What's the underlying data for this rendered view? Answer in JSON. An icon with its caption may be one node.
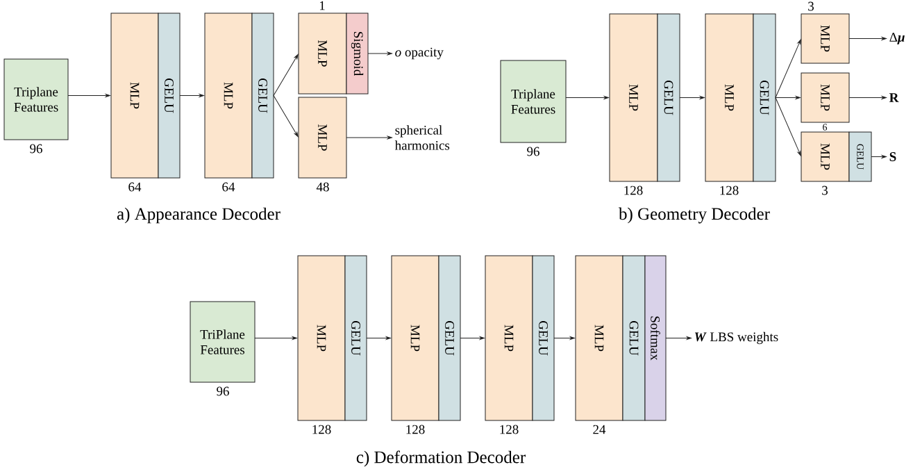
{
  "diagram": {
    "nodes": [
      {
        "text": [
          "Triplane Features"
        ],
        "beside": [
          "96"
        ]
      },
      {
        "text": [
          "MLP"
        ],
        "beside": [
          "64"
        ]
      },
      {
        "text": [
          "GELU"
        ]
      },
      {
        "text": [
          "MLP"
        ],
        "beside": [
          "64"
        ]
      },
      {
        "text": [
          "GELU"
        ]
      },
      {
        "text": [
          "MLP"
        ],
        "beside": [
          "1"
        ]
      },
      {
        "text": [
          "Sigmoid"
        ]
      },
      {
        "text": [
          "MLP"
        ],
        "beside": [
          "48"
        ]
      },
      {
        "text": [
          "*o* opacity"
        ]
      },
      {
        "text": [
          "spherical harmonics"
        ]
      },
      {
        "text": [
          "Triplane Features"
        ],
        "beside": [
          "96"
        ]
      },
      {
        "text": [
          "MLP"
        ],
        "beside": [
          "128"
        ]
      },
      {
        "text": [
          "GELU"
        ]
      },
      {
        "text": [
          "MLP"
        ],
        "beside": [
          "128"
        ]
      },
      {
        "text": [
          "GELU"
        ]
      },
      {
        "text": [
          "MLP"
        ],
        "beside": [
          "3"
        ]
      },
      {
        "text": [
          "MLP"
        ],
        "beside": [
          "6"
        ]
      },
      {
        "text": [
          "MLP"
        ],
        "beside": [
          "3"
        ]
      },
      {
        "text": [
          "GELU"
        ]
      },
      {
        "text": [
          "Δ**μ**"
        ]
      },
      {
        "text": [
          "R"
        ]
      },
      {
        "text": [
          "S"
        ]
      },
      {
        "text": [
          "TriPlane Features"
        ],
        "beside": [
          "96"
        ]
      },
      {
        "text": [
          "MLP"
        ],
        "beside": [
          "128"
        ]
      },
      {
        "text": [
          "GELU"
        ]
      },
      {
        "text": [
          "MLP"
        ],
        "beside": [
          "128"
        ]
      },
      {
        "text": [
          "GELU"
        ]
      },
      {
        "text": [
          "MLP"
        ],
        "beside": [
          "128"
        ]
      },
      {
        "text": [
          "GELU"
        ]
      },
      {
        "text": [
          "MLP"
        ],
        "beside": [
          "24"
        ]
      },
      {
        "text": [
          "GELU"
        ]
      },
      {
        "text": [
          "Softmax"
        ]
      },
      {
        "text": [
          "**W** LBS weights"
        ]
      }
    ],
    "edges": [
      {
        "from": 0,
        "to": 1,
        "arrow": "to"
      },
      {
        "from": 2,
        "to": 3,
        "arrow": "to"
      },
      {
        "from": 4,
        "to": 5,
        "arrow": "to"
      },
      {
        "from": 4,
        "to": 7,
        "arrow": "to"
      },
      {
        "from": 6,
        "to": 8,
        "arrow": "to"
      },
      {
        "from": 7,
        "to": 9,
        "arrow": "to"
      },
      {
        "from": 10,
        "to": 11,
        "arrow": "to"
      },
      {
        "from": 12,
        "to": 13,
        "arrow": "to"
      },
      {
        "from": 14,
        "to": 15,
        "arrow": "to"
      },
      {
        "from": 14,
        "to": 16,
        "arrow": "to"
      },
      {
        "from": 14,
        "to": 17,
        "arrow": "to"
      },
      {
        "from": 15,
        "to": 19,
        "arrow": "to"
      },
      {
        "from": 16,
        "to": 20,
        "arrow": "to"
      },
      {
        "from": 18,
        "to": 21,
        "arrow": "to"
      },
      {
        "from": 22,
        "to": 23,
        "arrow": "to"
      },
      {
        "from": 24,
        "to": 25,
        "arrow": "to"
      },
      {
        "from": 26,
        "to": 27,
        "arrow": "to"
      },
      {
        "from": 28,
        "to": 29,
        "arrow": "to"
      },
      {
        "from": 31,
        "to": 32,
        "arrow": "to"
      }
    ],
    "labels": [
      "a) Appearance Decoder",
      "b) Geometry Decoder",
      "c) Deformation Decoder"
    ]
  }
}
